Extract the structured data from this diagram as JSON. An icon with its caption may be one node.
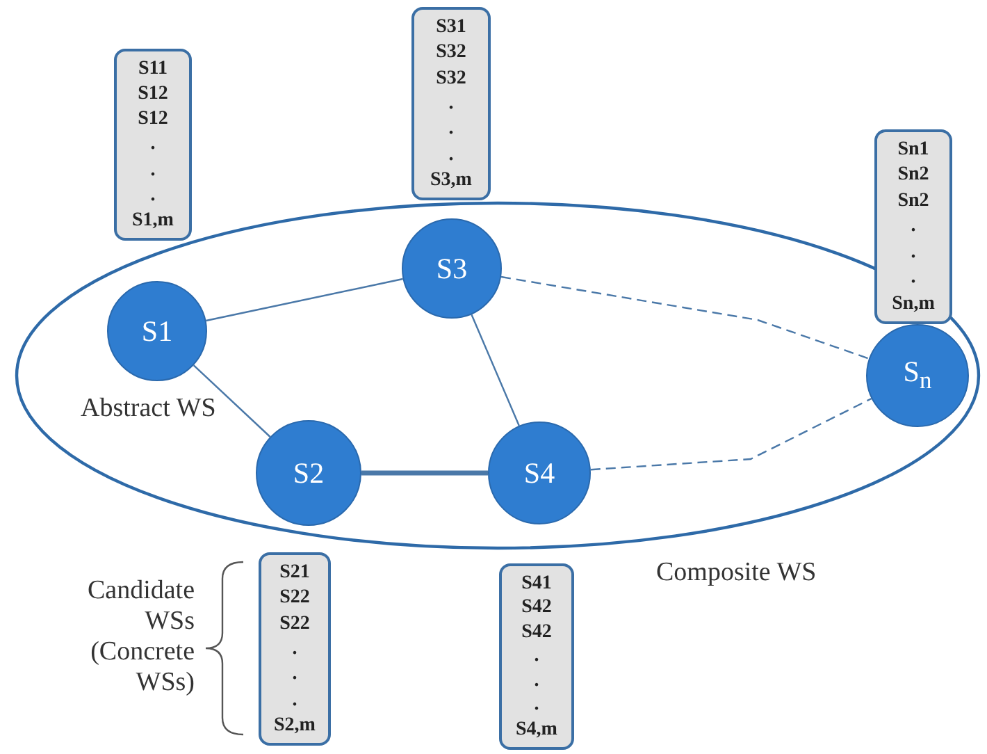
{
  "diagram": {
    "nodes": [
      {
        "text": [
          "Composite WS"
        ]
      },
      {
        "text": [
          "S1"
        ],
        "in": 0
      },
      {
        "text": [
          "S3"
        ],
        "in": 0
      },
      {
        "text": [
          "S2"
        ],
        "in": 0
      },
      {
        "text": [
          "S4"
        ],
        "in": 0
      },
      {
        "text": [
          "S$_{n}$"
        ],
        "in": 0
      },
      {
        "text": [
          "S11",
          "S12",
          "S12",
          ".",
          ".",
          ".",
          "S1,m"
        ]
      },
      {
        "text": [
          "S31",
          "S32",
          "S32",
          ".",
          ".",
          ".",
          "S3,m"
        ]
      },
      {
        "text": [
          "Sn1",
          "Sn2",
          "Sn2",
          ".",
          ".",
          ".",
          "Sn,m"
        ]
      },
      {
        "text": [
          "S21",
          "S22",
          "S22",
          ".",
          ".",
          ".",
          "S2,m"
        ]
      },
      {
        "text": [
          "S41",
          "S42",
          "S42",
          ".",
          ".",
          ".",
          "S4,m"
        ]
      }
    ],
    "edges": [
      {
        "from": 1,
        "to": 2,
        "arrow": "none"
      },
      {
        "from": 1,
        "to": 3,
        "arrow": "none"
      },
      {
        "from": 3,
        "to": 4,
        "arrow": "none",
        "style": "thick"
      },
      {
        "from": 2,
        "to": 4,
        "arrow": "none"
      },
      {
        "from": 2,
        "to": 5,
        "arrow": "none",
        "style": "dashed"
      },
      {
        "from": 4,
        "to": 5,
        "arrow": "none",
        "style": "dashed"
      }
    ],
    "labels": [
      "Abstract WS",
      "Candidate WSs (Concrete WSs)"
    ]
  }
}
